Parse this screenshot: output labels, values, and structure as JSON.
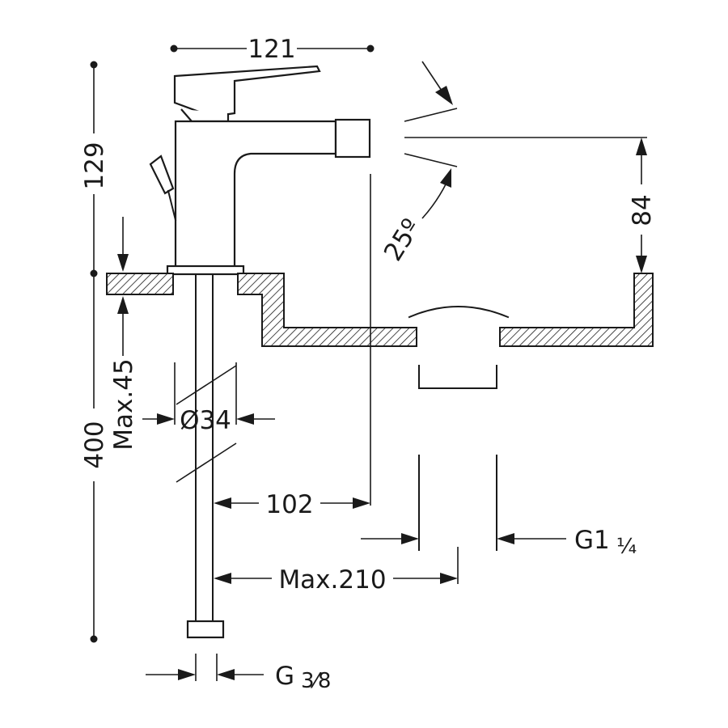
{
  "diagram": {
    "dimensions": {
      "width_top": "121",
      "height_total": "129",
      "spout_height": "84",
      "angle": "25º",
      "deck_thickness": "Max.45",
      "total_length": "400",
      "diameter": "Ø34",
      "reach": "102",
      "max_distance": "Max.210",
      "drain_thread": "G1",
      "drain_fraction": "¼",
      "supply_thread": "G",
      "supply_fraction": "3⁄8"
    },
    "colors": {
      "line": "#1a1a1a",
      "background": "#ffffff"
    }
  }
}
